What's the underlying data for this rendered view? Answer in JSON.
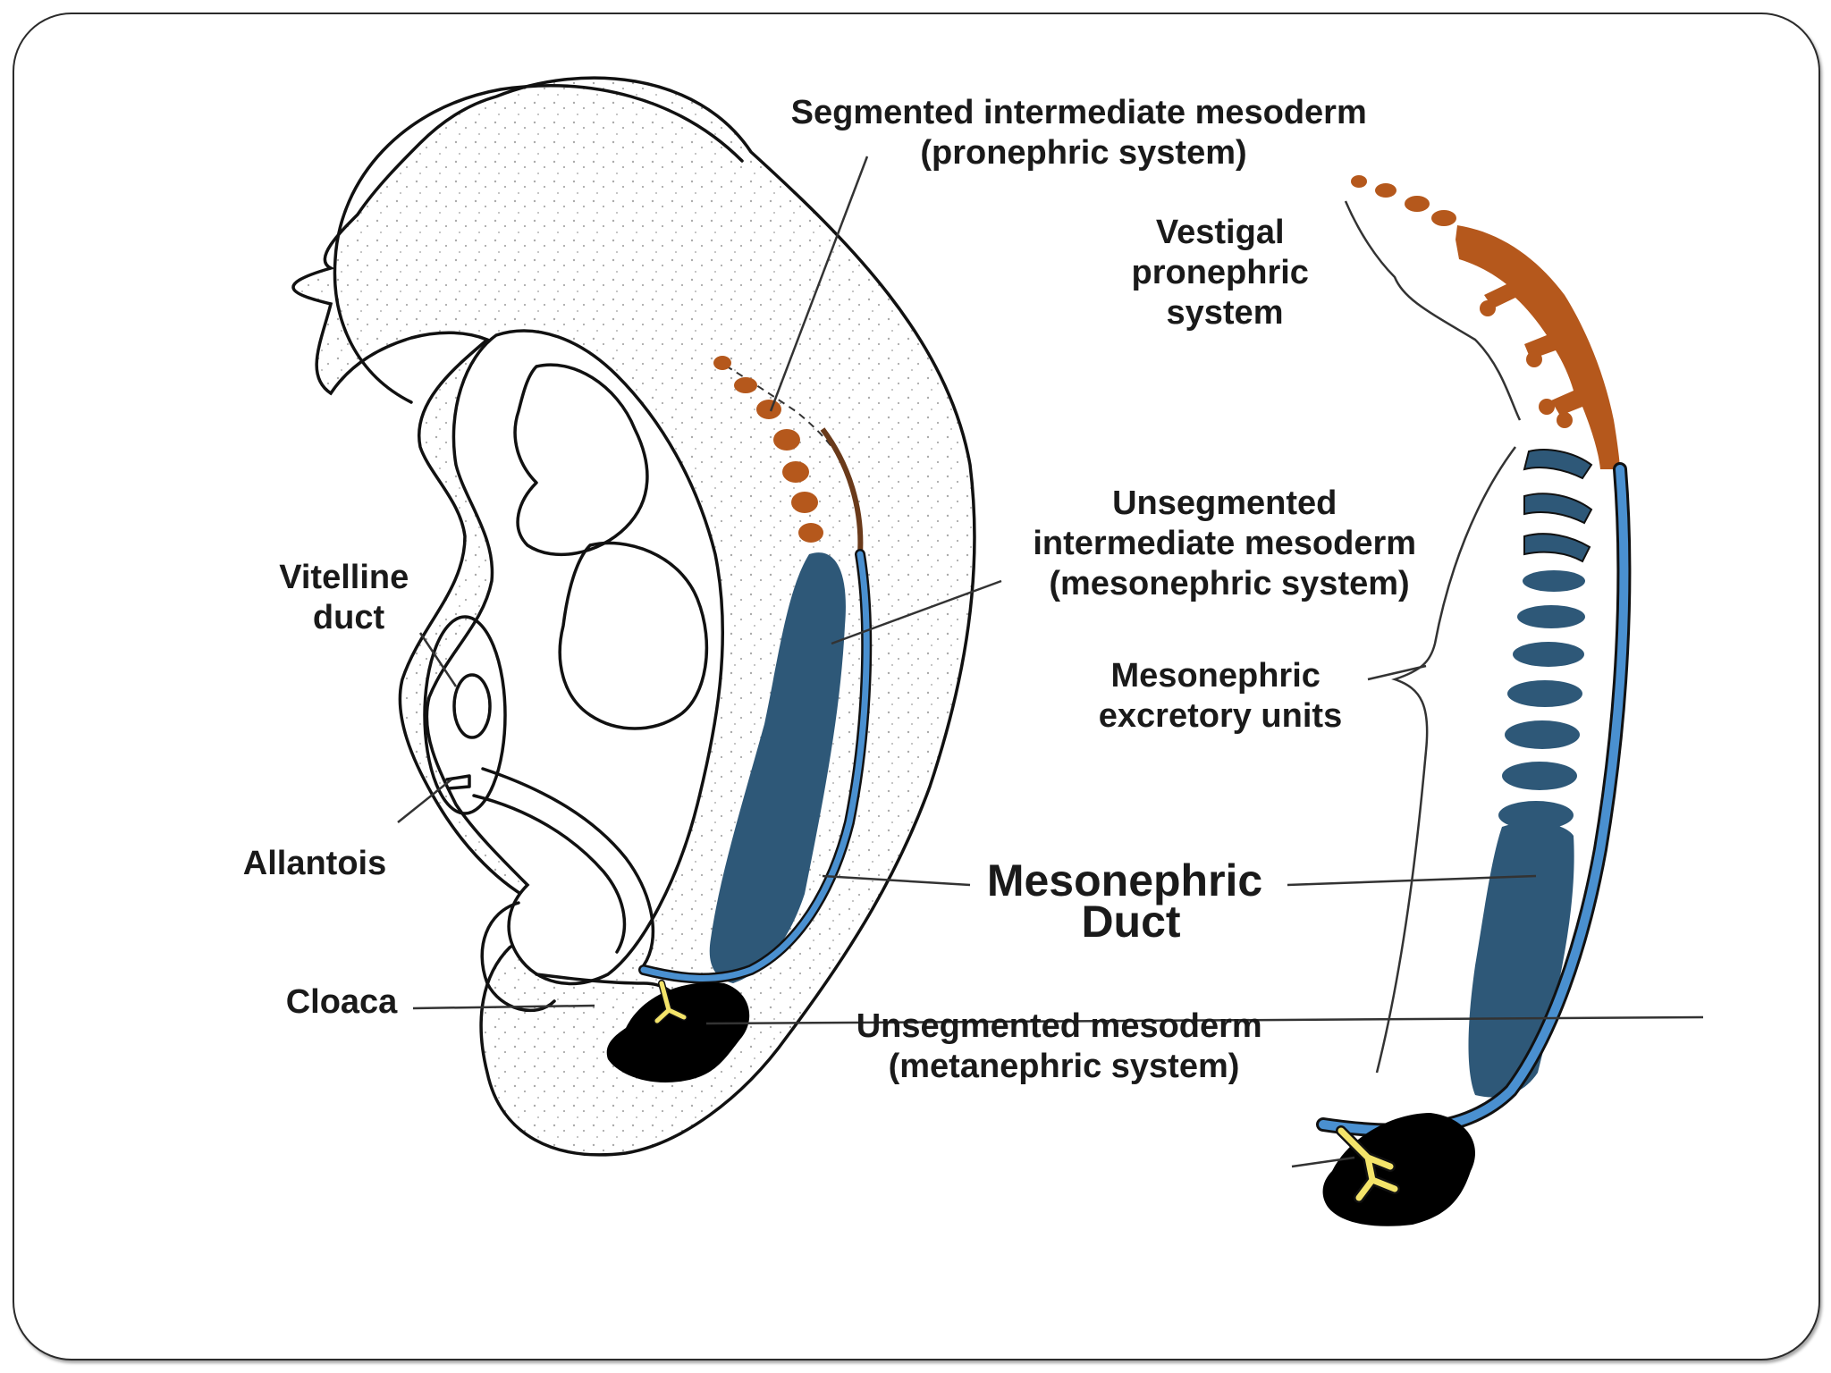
{
  "colors": {
    "pronephric": "#b5581c",
    "mesonephric_tissue": "#2e5878",
    "duct": "#4a90d0",
    "metanephric": "#000000",
    "ureteric_bud": "#f4e46a",
    "outline": "#111111"
  },
  "labels": {
    "segmented": [
      "Segmented intermediate mesoderm",
      "(pronephric system)"
    ],
    "vestigial": [
      "Vestigal",
      "pronephric",
      "system"
    ],
    "unsegmented": [
      "Unsegmented",
      "intermediate mesoderm",
      "(mesonephric system)"
    ],
    "vitelline": [
      "Vitelline",
      "duct"
    ],
    "mesonephric_units": [
      "Mesonephric",
      "excretory units"
    ],
    "allantois": "Allantois",
    "mesonephric_duct": [
      "Mesonephric",
      "Duct"
    ],
    "cloaca": "Cloaca",
    "metanephric": [
      "Unsegmented mesoderm",
      "(metanephric system)"
    ]
  }
}
